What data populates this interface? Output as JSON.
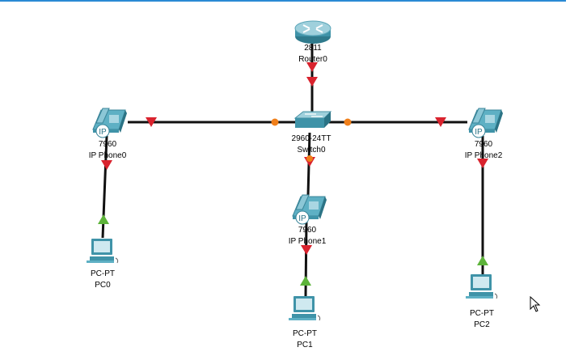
{
  "devices": [
    {
      "id": "router0",
      "type": "router",
      "model": "2811",
      "name": "Router0"
    },
    {
      "id": "switch0",
      "type": "switch",
      "model": "2960-24TT",
      "name": "Switch0"
    },
    {
      "id": "phone0",
      "type": "ipphone",
      "model": "7960",
      "name": "IP Phone0",
      "badge": "IP"
    },
    {
      "id": "phone1",
      "type": "ipphone",
      "model": "7960",
      "name": "IP Phone1",
      "badge": "IP"
    },
    {
      "id": "phone2",
      "type": "ipphone",
      "model": "7960",
      "name": "IP Phone2",
      "badge": "IP"
    },
    {
      "id": "pc0",
      "type": "pc",
      "model": "PC-PT",
      "name": "PC0"
    },
    {
      "id": "pc1",
      "type": "pc",
      "model": "PC-PT",
      "name": "PC1"
    },
    {
      "id": "pc2",
      "type": "pc",
      "model": "PC-PT",
      "name": "PC2"
    }
  ],
  "links": [
    {
      "from": "router0",
      "to": "switch0",
      "from_status": "down",
      "to_status": "down"
    },
    {
      "from": "phone0",
      "to": "switch0",
      "from_status": "down",
      "to_status": "amber"
    },
    {
      "from": "switch0",
      "to": "phone2",
      "from_status": "amber",
      "to_status": "down"
    },
    {
      "from": "switch0",
      "to": "phone1",
      "from_status": "down",
      "to_status": "none"
    },
    {
      "from": "phone0",
      "to": "pc0",
      "from_status": "down",
      "to_status": "up"
    },
    {
      "from": "phone1",
      "to": "pc1",
      "from_status": "down",
      "to_status": "up"
    },
    {
      "from": "phone2",
      "to": "pc2",
      "from_status": "down",
      "to_status": "up"
    }
  ],
  "colors": {
    "link": "#111111",
    "down": "#d9232e",
    "up": "#5db33a",
    "amber": "#f07f1a",
    "device": "#3d8fa6",
    "accent": "#2a8ad4"
  }
}
